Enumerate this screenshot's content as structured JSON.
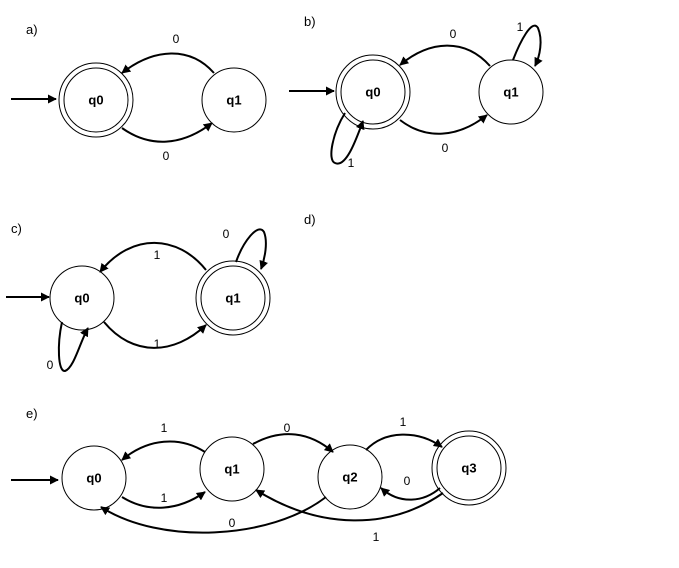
{
  "colors": {
    "stroke": "#000000",
    "background": "#ffffff",
    "fill": "#ffffff"
  },
  "panels": [
    {
      "id": "a",
      "label": "a)",
      "states": [
        {
          "id": "q0",
          "label": "q0",
          "accepting": true,
          "start": true
        },
        {
          "id": "q1",
          "label": "q1",
          "accepting": false,
          "start": false
        }
      ],
      "transitions": [
        {
          "from": "q1",
          "to": "q0",
          "symbol": "0"
        },
        {
          "from": "q0",
          "to": "q1",
          "symbol": "0"
        }
      ]
    },
    {
      "id": "b",
      "label": "b)",
      "states": [
        {
          "id": "q0",
          "label": "q0",
          "accepting": true,
          "start": true
        },
        {
          "id": "q1",
          "label": "q1",
          "accepting": false,
          "start": false
        }
      ],
      "transitions": [
        {
          "from": "q1",
          "to": "q0",
          "symbol": "0"
        },
        {
          "from": "q0",
          "to": "q1",
          "symbol": "0"
        },
        {
          "from": "q1",
          "to": "q1",
          "symbol": "1"
        },
        {
          "from": "q0",
          "to": "q0",
          "symbol": "1"
        }
      ]
    },
    {
      "id": "c",
      "label": "c)",
      "states": [
        {
          "id": "q0",
          "label": "q0",
          "accepting": false,
          "start": true
        },
        {
          "id": "q1",
          "label": "q1",
          "accepting": true,
          "start": false
        }
      ],
      "transitions": [
        {
          "from": "q1",
          "to": "q0",
          "symbol": "1"
        },
        {
          "from": "q0",
          "to": "q1",
          "symbol": "1"
        },
        {
          "from": "q1",
          "to": "q1",
          "symbol": "0"
        },
        {
          "from": "q0",
          "to": "q0",
          "symbol": "0"
        }
      ]
    },
    {
      "id": "d",
      "label": "d)",
      "states": [],
      "transitions": []
    },
    {
      "id": "e",
      "label": "e)",
      "states": [
        {
          "id": "q0",
          "label": "q0",
          "accepting": false,
          "start": true
        },
        {
          "id": "q1",
          "label": "q1",
          "accepting": false,
          "start": false
        },
        {
          "id": "q2",
          "label": "q2",
          "accepting": false,
          "start": false
        },
        {
          "id": "q3",
          "label": "q3",
          "accepting": true,
          "start": false
        }
      ],
      "transitions": [
        {
          "from": "q1",
          "to": "q0",
          "symbol": "1"
        },
        {
          "from": "q0",
          "to": "q1",
          "symbol": "1"
        },
        {
          "from": "q1",
          "to": "q2",
          "symbol": "0"
        },
        {
          "from": "q2",
          "to": "q3",
          "symbol": "1"
        },
        {
          "from": "q3",
          "to": "q2",
          "symbol": "0"
        },
        {
          "from": "q2",
          "to": "q0",
          "symbol": "0"
        },
        {
          "from": "q3",
          "to": "q1",
          "symbol": "1"
        }
      ]
    }
  ]
}
